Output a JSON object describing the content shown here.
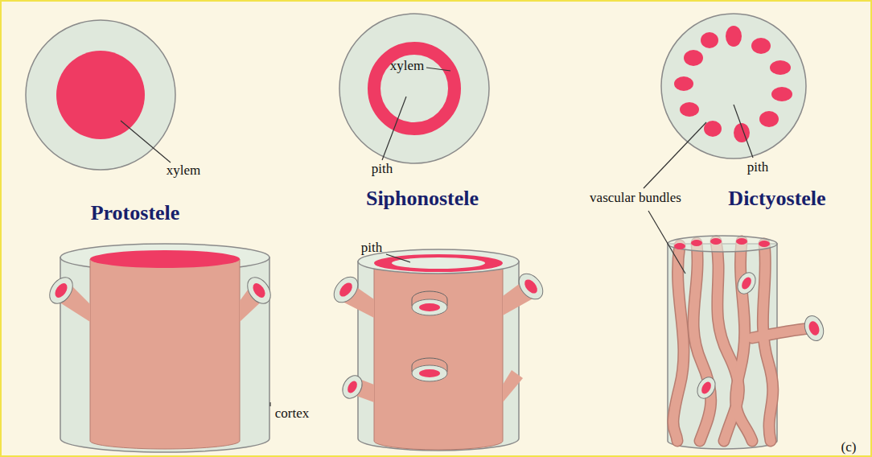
{
  "diagram": {
    "labels": [
      "xylem",
      "pith",
      "xylem",
      "pith",
      "Protostele",
      "Siphonostele",
      "vascular bundles",
      "Dictyostele",
      "pith",
      "cortex",
      "(c)"
    ]
  }
}
